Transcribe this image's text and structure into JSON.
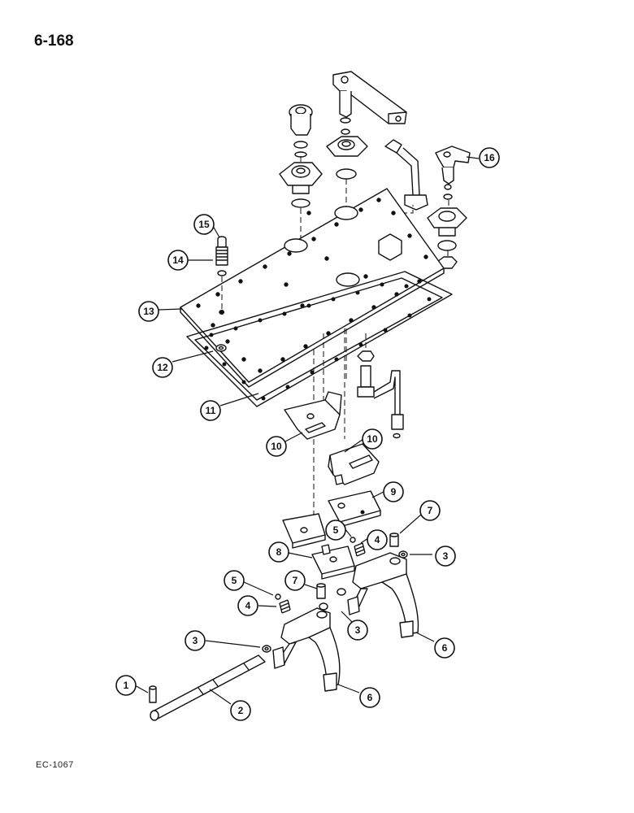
{
  "page": {
    "number": "6-168",
    "code": "EC-1067"
  },
  "callouts": [
    {
      "id": "c1",
      "label": "1"
    },
    {
      "id": "c2",
      "label": "2"
    },
    {
      "id": "c3a",
      "label": "3"
    },
    {
      "id": "c3b",
      "label": "3"
    },
    {
      "id": "c3c",
      "label": "3"
    },
    {
      "id": "c4a",
      "label": "4"
    },
    {
      "id": "c4b",
      "label": "4"
    },
    {
      "id": "c5a",
      "label": "5"
    },
    {
      "id": "c5b",
      "label": "5"
    },
    {
      "id": "c6a",
      "label": "6"
    },
    {
      "id": "c6b",
      "label": "6"
    },
    {
      "id": "c7a",
      "label": "7"
    },
    {
      "id": "c7b",
      "label": "7"
    },
    {
      "id": "c8",
      "label": "8"
    },
    {
      "id": "c9",
      "label": "9"
    },
    {
      "id": "c10a",
      "label": "10"
    },
    {
      "id": "c10b",
      "label": "10"
    },
    {
      "id": "c11",
      "label": "11"
    },
    {
      "id": "c12",
      "label": "12"
    },
    {
      "id": "c13",
      "label": "13"
    },
    {
      "id": "c14",
      "label": "14"
    },
    {
      "id": "c15",
      "label": "15"
    },
    {
      "id": "c16",
      "label": "16"
    }
  ]
}
